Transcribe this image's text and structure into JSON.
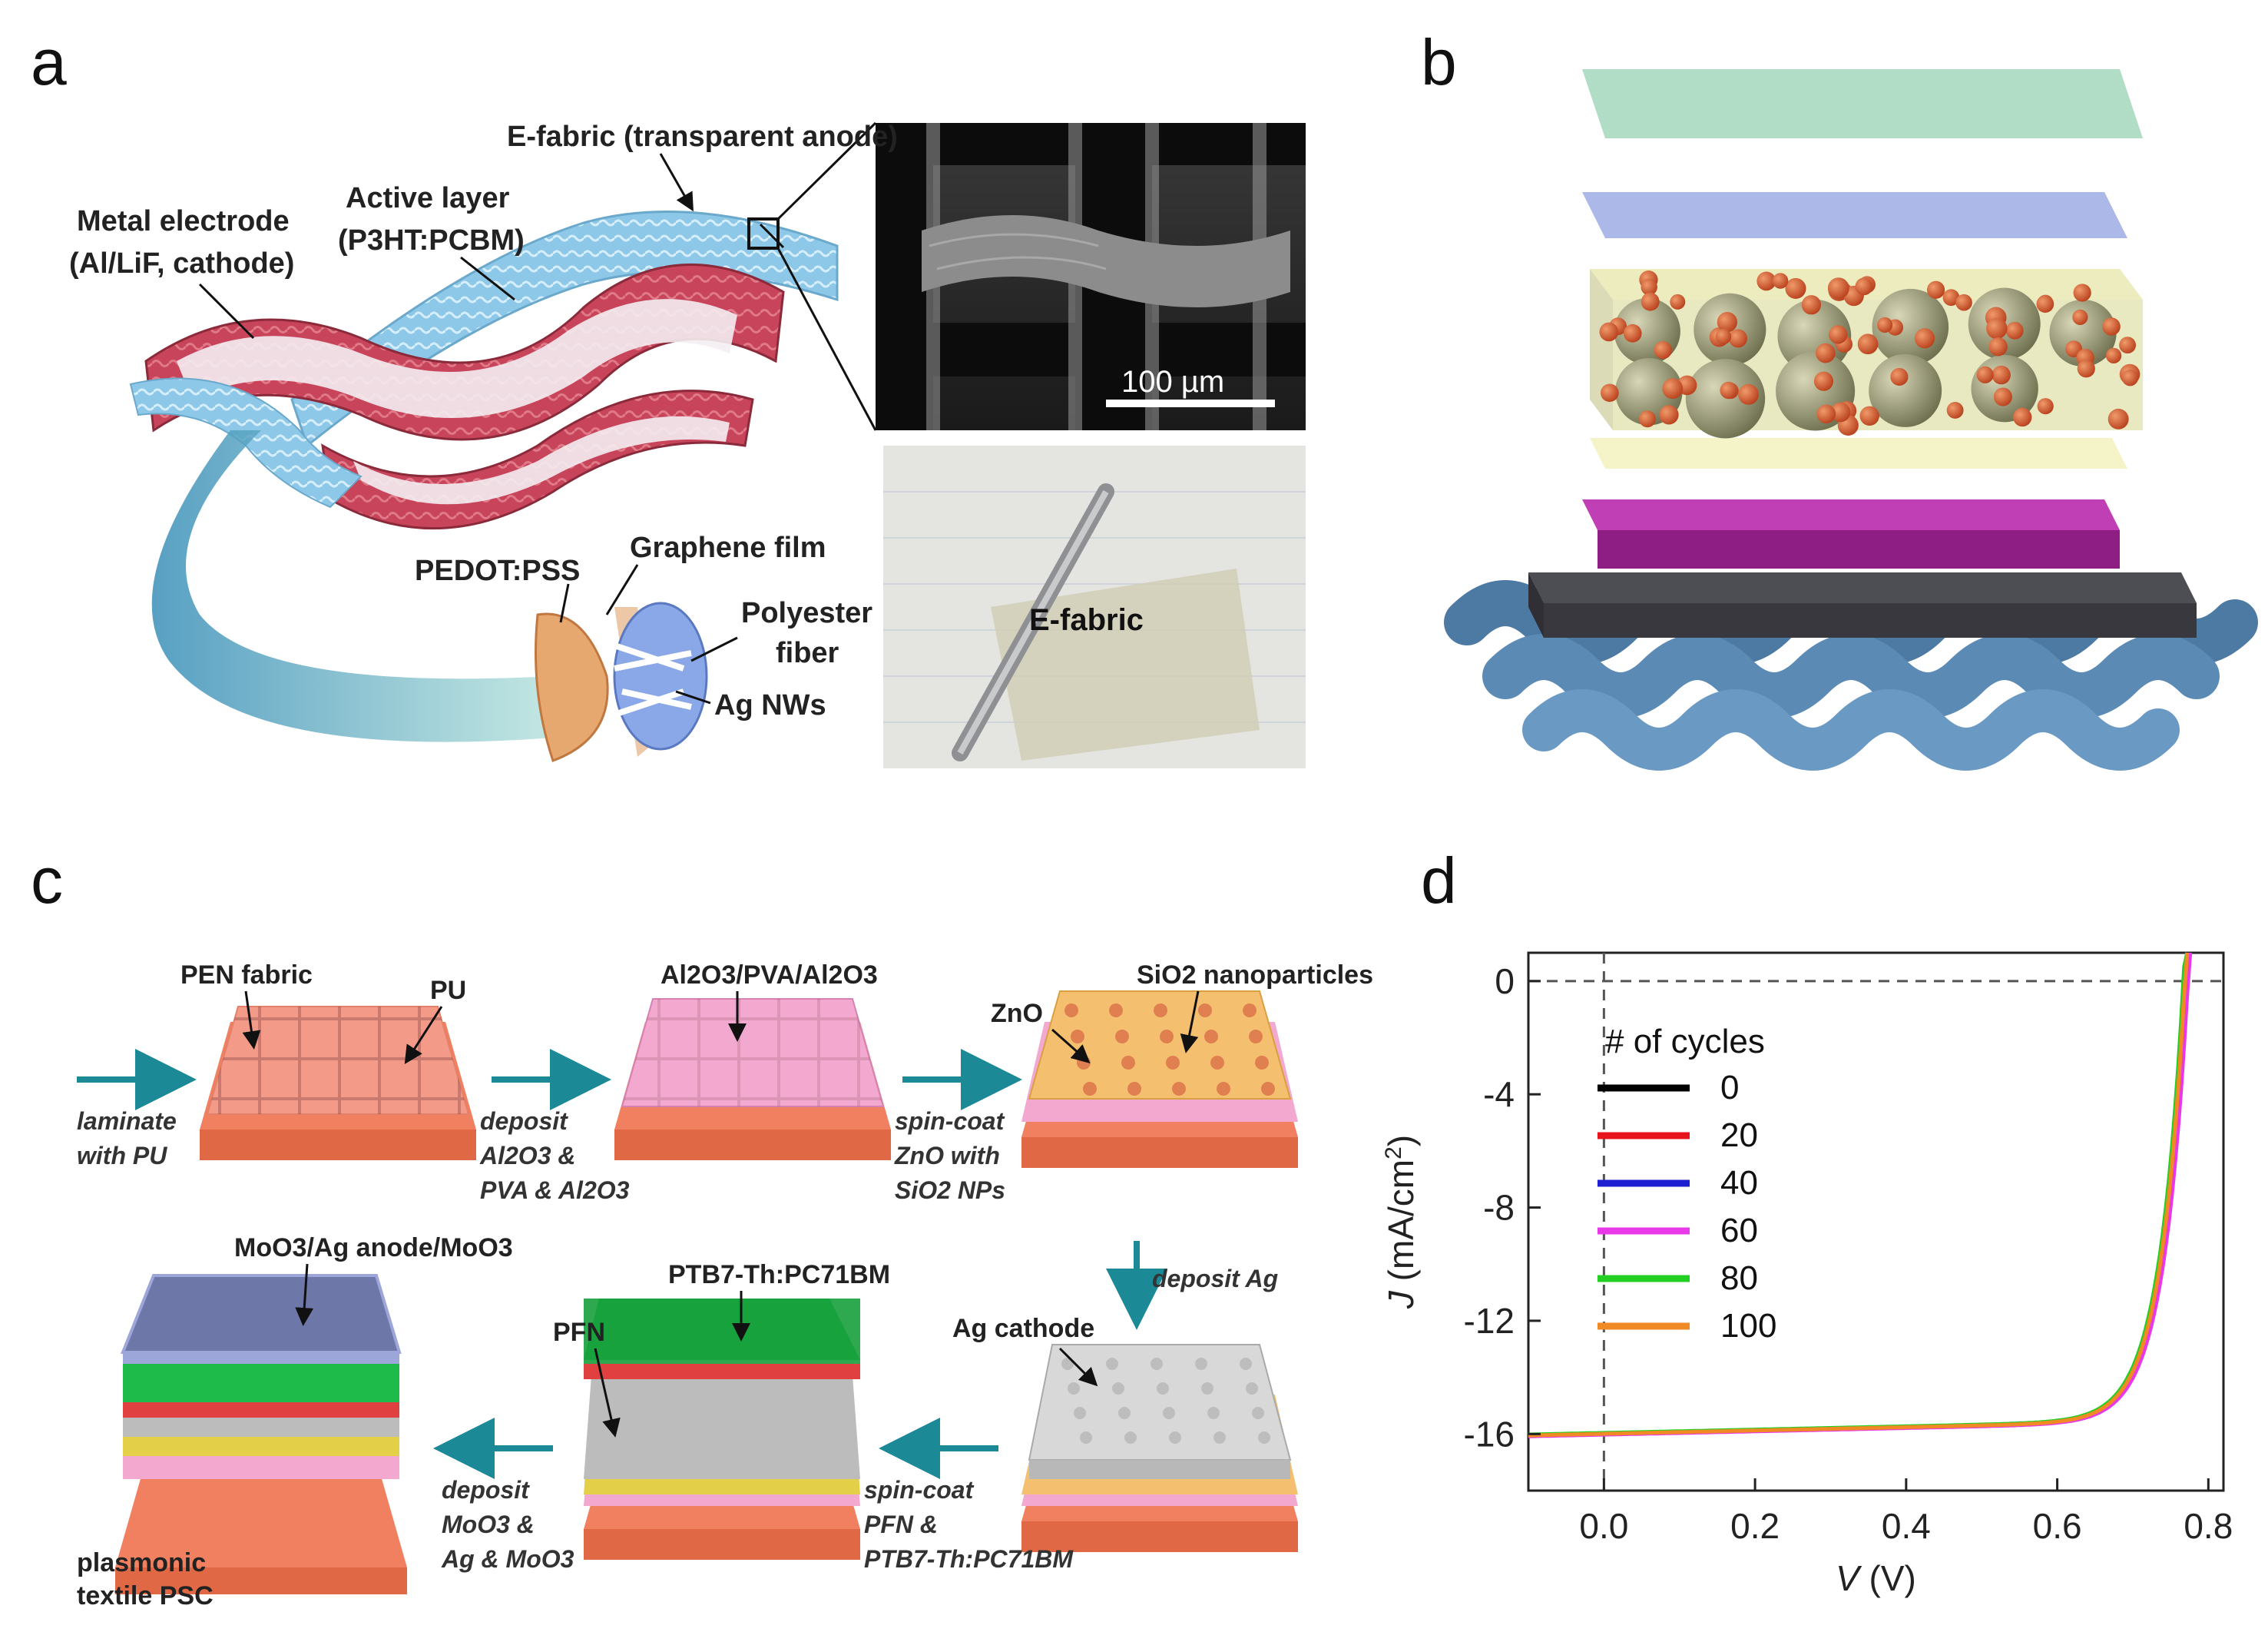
{
  "panels": {
    "a": {
      "label": "a",
      "labels": {
        "efabric_anode": "E-fabric (transparent anode)",
        "active_layer_1": "Active layer",
        "active_layer_2": "(P3HT:PCBM)",
        "metal_electrode_1": "Metal electrode",
        "metal_electrode_2": "(Al/LiF, cathode)",
        "pedot": "PEDOT:PSS",
        "graphene": "Graphene film",
        "polyester_1": "Polyester",
        "polyester_2": "fiber",
        "ag_nws": "Ag NWs",
        "scale_bar": "100 µm",
        "photo_label": "E-fabric"
      }
    },
    "b": {
      "label": "b"
    },
    "c": {
      "label": "c",
      "labels": {
        "pen_fabric": "PEN fabric",
        "pu": "PU",
        "al2o3_pva": "Al2O3/PVA/Al2O3",
        "sio2_np": "SiO2 nanoparticles",
        "zno": "ZnO",
        "ag_cathode": "Ag cathode",
        "ptb7": "PTB7-Th:PC71BM",
        "pfn": "PFN",
        "moo3_ag": "MoO3/Ag anode/MoO3",
        "final_1": "plasmonic",
        "final_2": "textile PSC"
      },
      "steps": {
        "s1_1": "laminate",
        "s1_2": "with PU",
        "s2_1": "deposit",
        "s2_2": "Al2O3 &",
        "s2_3": "PVA & Al2O3",
        "s3_1": "spin-coat",
        "s3_2": "ZnO with",
        "s3_3": "SiO2 NPs",
        "s4": "deposit Ag",
        "s5_1": "spin-coat",
        "s5_2": "PFN &",
        "s5_3": "PTB7-Th:PC71BM",
        "s6_1": "deposit",
        "s6_2": "MoO3 &",
        "s6_3": "Ag & MoO3"
      }
    },
    "d": {
      "label": "d"
    }
  },
  "chart_data": {
    "type": "line",
    "xlabel": "V (V)",
    "ylabel": "J (mA/cm2)",
    "xlim": [
      -0.1,
      0.82
    ],
    "ylim": [
      -18,
      1
    ],
    "xticks": [
      "0.0",
      "0.2",
      "0.4",
      "0.6",
      "0.8"
    ],
    "yticks": [
      "0",
      "-4",
      "-8",
      "-12",
      "-16"
    ],
    "xtick_values": [
      0,
      0.2,
      0.4,
      0.6,
      0.8
    ],
    "ytick_values": [
      0,
      -4,
      -8,
      -12,
      -16
    ],
    "legend_title": "# of cycles",
    "legend_position": "upper-left",
    "reference_lines": "dashed lines at J = 0 and V = 0",
    "series": [
      {
        "name": "0",
        "color": "#000000",
        "voc": 0.77,
        "jsc": -16.05
      },
      {
        "name": "20",
        "color": "#e8141c",
        "voc": 0.77,
        "jsc": -16.05
      },
      {
        "name": "40",
        "color": "#1f1fd2",
        "voc": 0.772,
        "jsc": -16.05
      },
      {
        "name": "60",
        "color": "#e838e8",
        "voc": 0.774,
        "jsc": -16.08
      },
      {
        "name": "80",
        "color": "#22d022",
        "voc": 0.768,
        "jsc": -16.02
      },
      {
        "name": "100",
        "color": "#f08a24",
        "voc": 0.77,
        "jsc": -16.05
      }
    ]
  }
}
